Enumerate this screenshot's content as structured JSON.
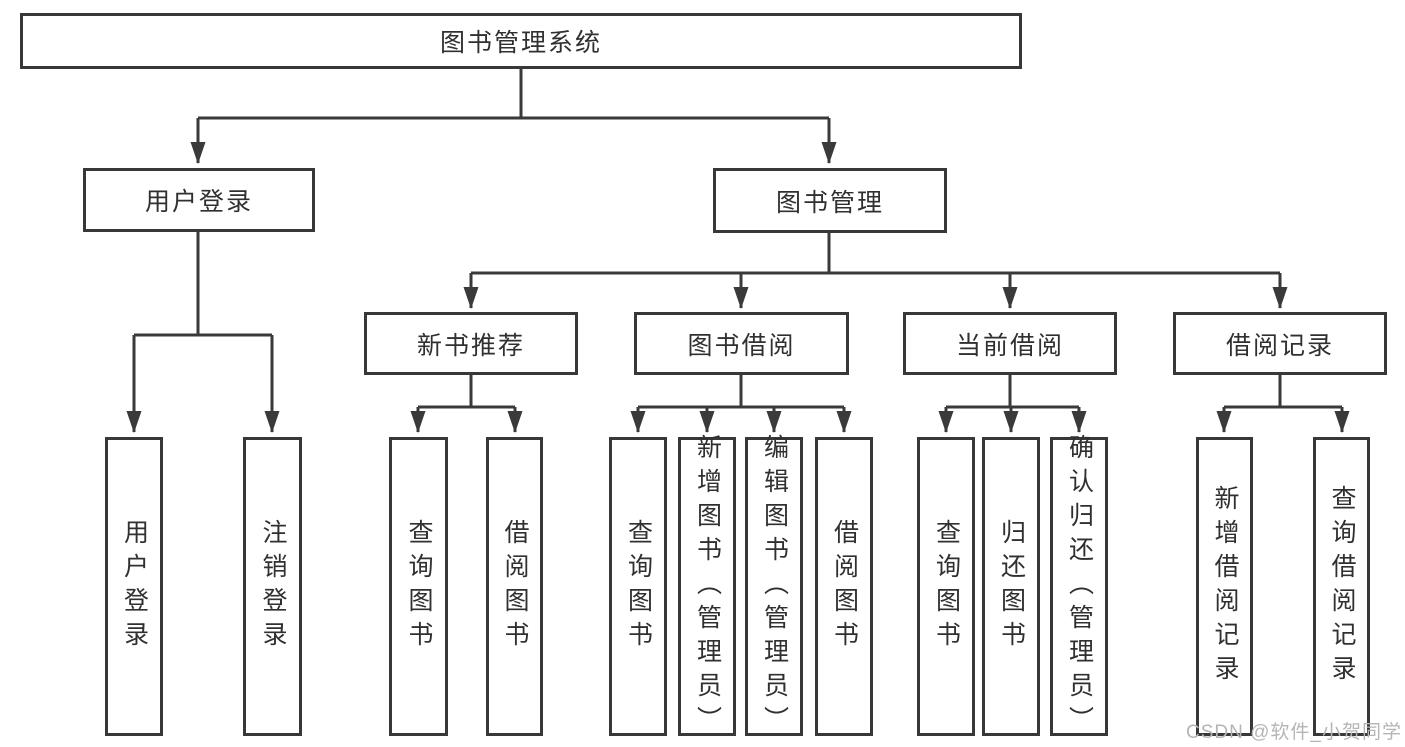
{
  "colors": {
    "line": "#3a3a3a",
    "box_border": "#383838",
    "box_fill": "#ffffff",
    "text": "#303030",
    "watermark": "#b5b5b5"
  },
  "watermark": {
    "text": "CSDN @软件_小贺同学"
  },
  "tree": {
    "label": "图书管理系统",
    "children": [
      {
        "label": "用户登录",
        "children": [
          {
            "label": "用户登录"
          },
          {
            "label": "注销登录"
          }
        ]
      },
      {
        "label": "图书管理",
        "children": [
          {
            "label": "新书推荐",
            "children": [
              {
                "label": "查询图书"
              },
              {
                "label": "借阅图书"
              }
            ]
          },
          {
            "label": "图书借阅",
            "children": [
              {
                "label": "查询图书"
              },
              {
                "label": "新增图书（管理员）"
              },
              {
                "label": "编辑图书（管理员）"
              },
              {
                "label": "借阅图书"
              }
            ]
          },
          {
            "label": "当前借阅",
            "children": [
              {
                "label": "查询图书"
              },
              {
                "label": "归还图书"
              },
              {
                "label": "确认归还（管理员）"
              }
            ]
          },
          {
            "label": "借阅记录",
            "children": [
              {
                "label": "新增借阅记录"
              },
              {
                "label": "查询借阅记录"
              }
            ]
          }
        ]
      }
    ]
  }
}
